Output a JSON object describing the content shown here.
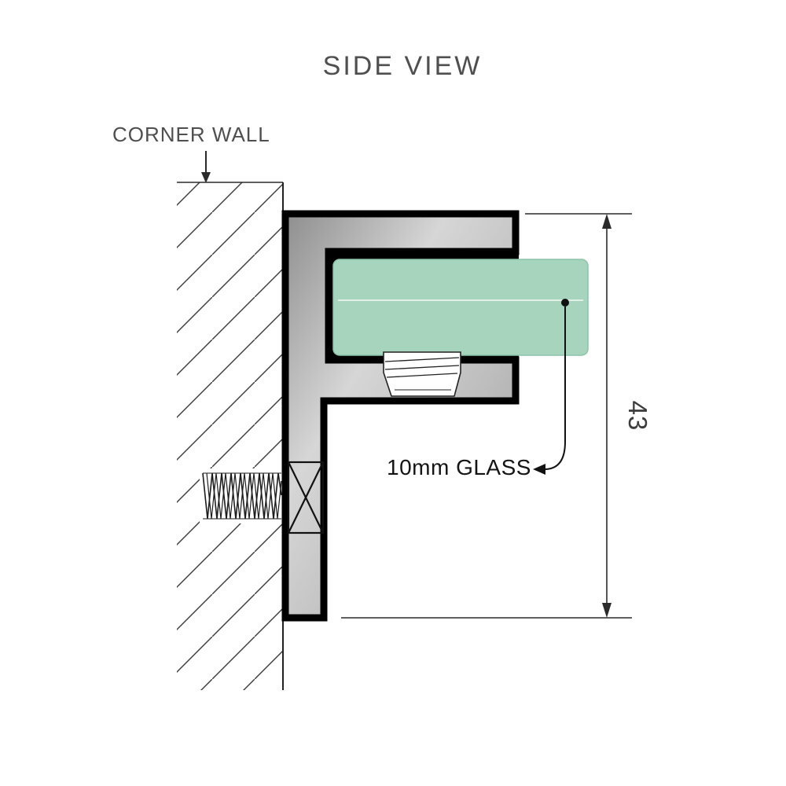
{
  "title": "SIDE VIEW",
  "labels": {
    "wall": "CORNER WALL",
    "glass": "10mm GLASS",
    "dimension_height": "43"
  },
  "colors": {
    "glass_fill": "#a6d4bc",
    "glass_edge": "#8cc4a8",
    "metal_dark": "#8e8e8e",
    "metal_light": "#d6d6d6",
    "metal_mid": "#bdbdbd",
    "metal_deep": "#969696",
    "outline": "#000000",
    "line": "#2b2b2b",
    "text_muted": "#4f4f4f",
    "text_dark": "#141414",
    "text_dim": "#3c3c3c"
  }
}
